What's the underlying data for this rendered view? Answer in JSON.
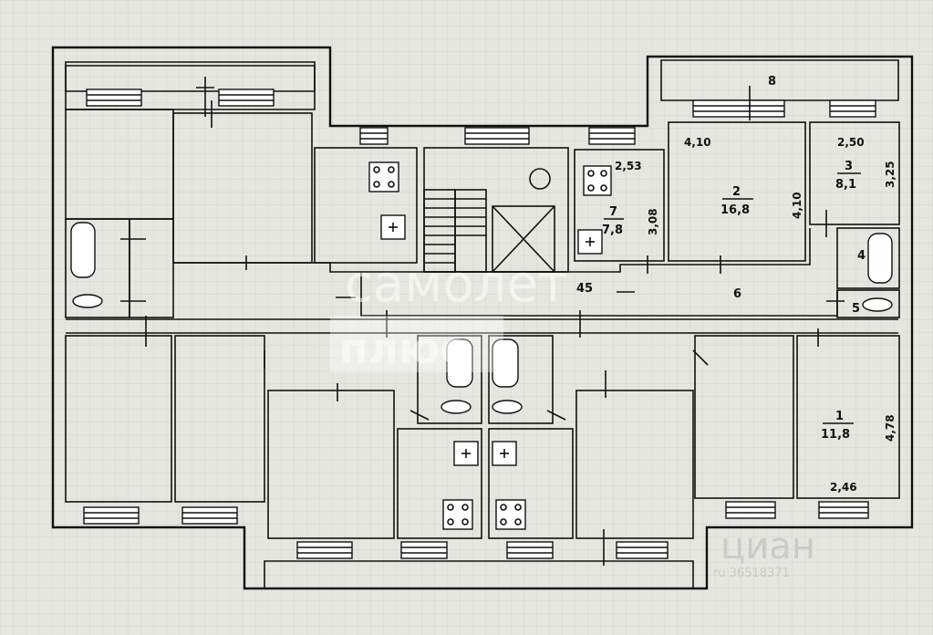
{
  "labels": {
    "balcony_right": "8",
    "room2_top": "4,10",
    "room2_num": "2",
    "room2_area": "16,8",
    "room2_side": "4,10",
    "room3_top": "2,50",
    "room3_num": "3",
    "room3_area": "8,1",
    "room3_side": "3,25",
    "kitchen7_top": "2,53",
    "kitchen7_num": "7",
    "kitchen7_area": "7,8",
    "kitchen7_side": "3,08",
    "bath4": "4",
    "wc5": "5",
    "hall6": "6",
    "corridor45": "45",
    "room1_num": "1",
    "room1_area": "11,8",
    "room1_side": "4,78",
    "room1_bottom": "2,46"
  },
  "watermarks": {
    "samolet": "самолет",
    "plus": "плюс",
    "cian": "циан",
    "cian_code": "ru 36518371"
  }
}
